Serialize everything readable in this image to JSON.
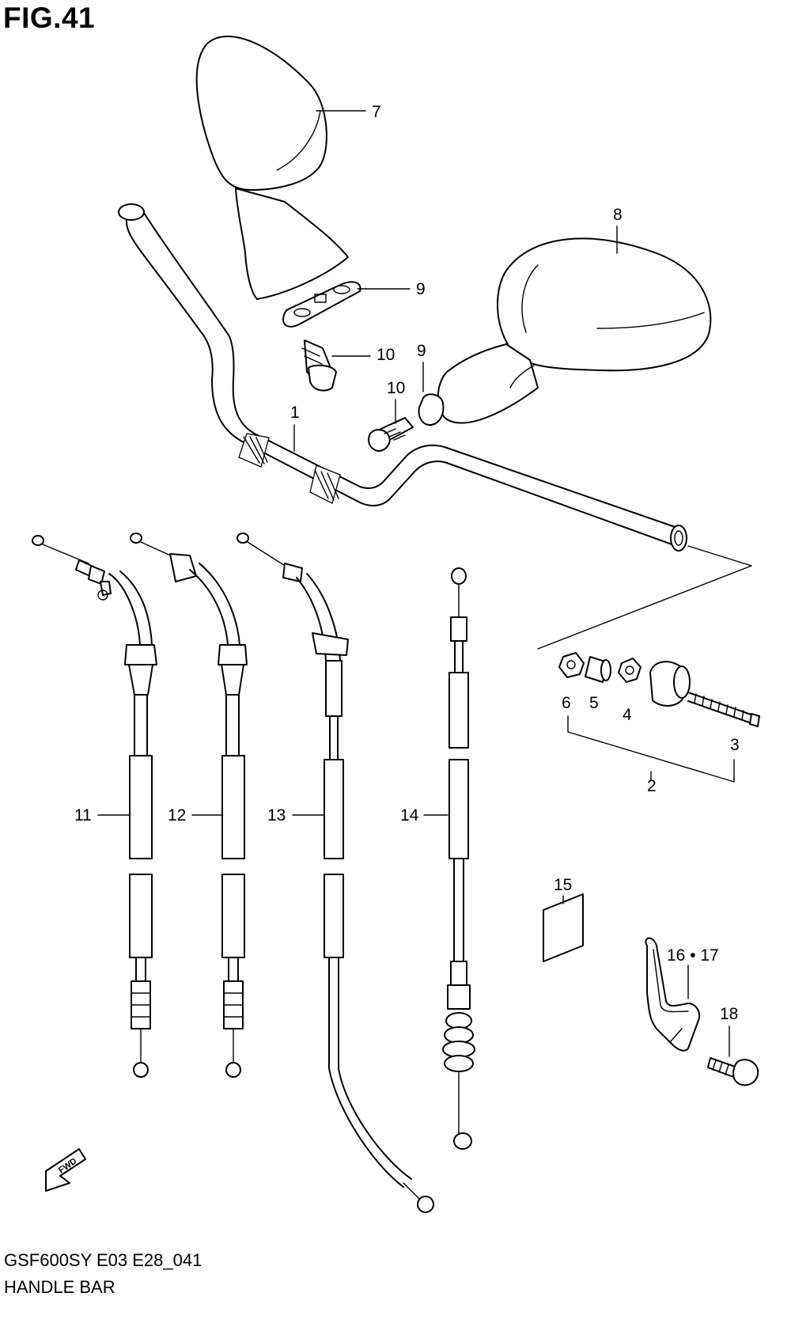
{
  "figure": {
    "title": "FIG.41",
    "model_code": "GSF600SY E03 E28_041",
    "section_name": "HANDLE BAR"
  },
  "callouts": {
    "p1": "1",
    "p2": "2",
    "p3": "3",
    "p4": "4",
    "p5": "5",
    "p6": "6",
    "p7": "7",
    "p8": "8",
    "p9a": "9",
    "p9b": "9",
    "p10a": "10",
    "p10b": "10",
    "p11": "11",
    "p12": "12",
    "p13": "13",
    "p14": "14",
    "p15": "15",
    "p16_17": "16 • 17",
    "p18": "18"
  },
  "forward_marker": {
    "text": "FWD",
    "icon": "arrow-forward-icon"
  }
}
